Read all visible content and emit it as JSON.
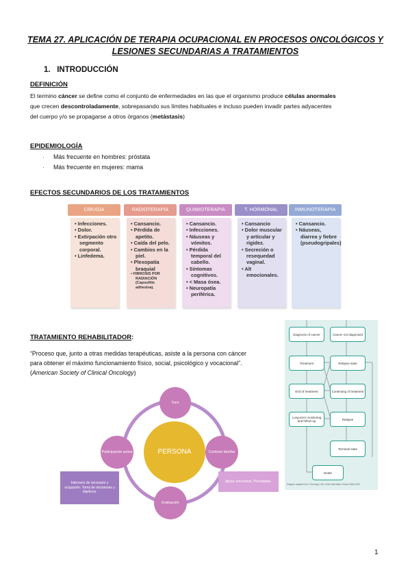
{
  "title": "TEMA 27. APLICACIÓN DE TERAPIA OCUPACIONAL EN PROCESOS ONCOLÓGICOS Y LESIONES SECUNDARIAS A TRATAMIENTOS",
  "section1": {
    "num": "1.",
    "label": "INTRODUCCIÓN"
  },
  "definicion": {
    "heading": "DEFINICIÓN",
    "line1_a": "El termino ",
    "line1_b": "cáncer",
    "line1_c": " se define como el conjunto de enfermedades en las que el organismo produce ",
    "line1_d": "células anormales",
    "line2_a": "que crecen ",
    "line2_b": "descontroladamente",
    "line2_c": ", sobrepasando sus límites habituales e incluso pueden invadir partes adyacentes",
    "line3_a": "del cuerpo y/o se propagarse a otros órganos (",
    "line3_b": "metástasis",
    "line3_c": ")"
  },
  "epidemiologia": {
    "heading": "EPIDEMIOLOGÍA",
    "items": [
      "Más frecuente en hombres: próstata",
      "Más frecuente en mujeres: mama"
    ]
  },
  "efectos": {
    "heading": "EFECTOS SECUNDARIOS DE LOS TRATAMIENTOS",
    "columns": [
      {
        "header": "CIRUGIA",
        "color": "#e9a583",
        "bg": "#f7e3d9",
        "items": [
          "Infecciones.",
          "Dolor.",
          "Extirpación otro segmento corporal.",
          "Linfedema."
        ]
      },
      {
        "header": "RADIOTERAPIA",
        "color": "#e59b8e",
        "bg": "#f4dcd9",
        "items": [
          "Cansancio.",
          "Pérdida de apetito.",
          "Caída del pelo.",
          "Cambios en la piel.",
          "Plexopatía braquial"
        ],
        "small": "FIBROSIS POR RADIACIÓN (Capsulitis adhesiva)."
      },
      {
        "header": "QUIMIOTERAPIA",
        "color": "#c98bc3",
        "bg": "#efdcee",
        "items": [
          "Cansancio.",
          "Infecciones.",
          "Náuseas y vómitos.",
          "Pérdida temporal del cabello.",
          "Síntomas cognitivos.",
          "< Masa ósea.",
          "Neuropatía periférica."
        ]
      },
      {
        "header": "T. HORMONAL",
        "color": "#9b8fc9",
        "bg": "#e2dff1",
        "items": [
          "Cansancio",
          "Dolor muscular y articular y rigidez.",
          "Secreción o resequedad vaginal.",
          "Alt emocionales."
        ]
      },
      {
        "header": "INMUNOTERAPIA",
        "color": "#95a9d6",
        "bg": "#dde4f3",
        "items": [
          "Cansancio.",
          "Náuseas, diarrea y fiebre (pseudogripales)"
        ]
      }
    ]
  },
  "tratamiento": {
    "heading": "TRATAMIENTO REHABILITADOR",
    "colon": ":",
    "quote1": "“Proceso que, junto a otras medidas terapéuticas, asiste a la persona con cáncer",
    "quote2": "para obtener el máximo funcionamiento físico, social, psicológico y vocacional”.",
    "source": "American Society of Clinical Oncology",
    "source_open": "(",
    "source_close": ")"
  },
  "cycle": {
    "center": "PERSONA",
    "top": "Tono",
    "right": "Contexto familiar",
    "bottom": "Evaluación",
    "left": "Participación activa",
    "note_left": "Intereses de necesario y ocupación. Toma de decisiones y objetivos.",
    "note_right": "Apoyo emocional. Prioridades.",
    "colors": {
      "center": "#e6b82e",
      "node": "#c77bb8",
      "ring": "#b98ccb",
      "note": "#9e7cc1"
    }
  },
  "flow": {
    "boxes": [
      "Diagnosis of cancer",
      "Cancer not diagnosed",
      "Treatment",
      "Relapse state",
      "End of treatment",
      "Continuing of treatment",
      "Long-term monitoring and follow-up",
      "Relapse",
      "Terminal state",
      "Death"
    ],
    "caption": "Diagram adapted from 'Oncology Care' of the Macmillan Cancer Relief 2007"
  },
  "page_number": "1"
}
